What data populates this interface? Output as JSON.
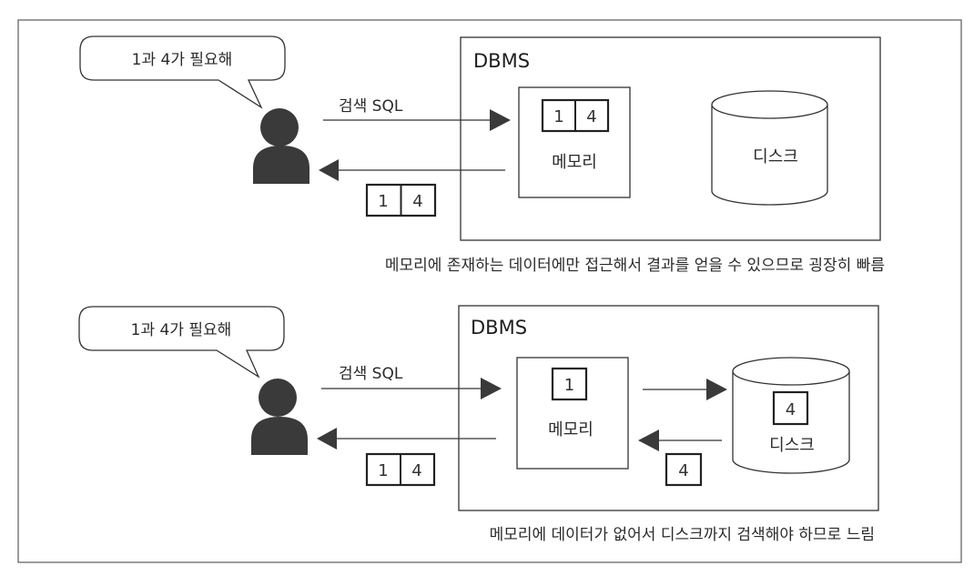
{
  "figure": {
    "panels": [
      {
        "id": "memory-hit",
        "user": {
          "speech": "1과 4가 필요해"
        },
        "request_label": "검색 SQL",
        "dbms_label": "DBMS",
        "memory": {
          "label": "메모리",
          "cells": [
            "1",
            "4"
          ]
        },
        "disk": {
          "label": "디스크",
          "cells": []
        },
        "response_cells": [
          "1",
          "4"
        ],
        "caption": "메모리에 존재하는 데이터에만 접근해서 결과를 얻을 수 있으므로 굉장히 빠름"
      },
      {
        "id": "disk-read",
        "user": {
          "speech": "1과 4가 필요해"
        },
        "request_label": "검색 SQL",
        "dbms_label": "DBMS",
        "memory": {
          "label": "메모리",
          "cells": [
            "1"
          ]
        },
        "disk": {
          "label": "디스크",
          "cells": [
            "4"
          ]
        },
        "disk_to_memory_cells": [
          "4"
        ],
        "response_cells": [
          "1",
          "4"
        ],
        "caption": "메모리에 데이터가 없어서 디스크까지 검색해야 하므로 느림"
      }
    ]
  },
  "colors": {
    "stroke": "#333333",
    "person": "#3a3a3a",
    "frame": "#7a7a7a"
  }
}
